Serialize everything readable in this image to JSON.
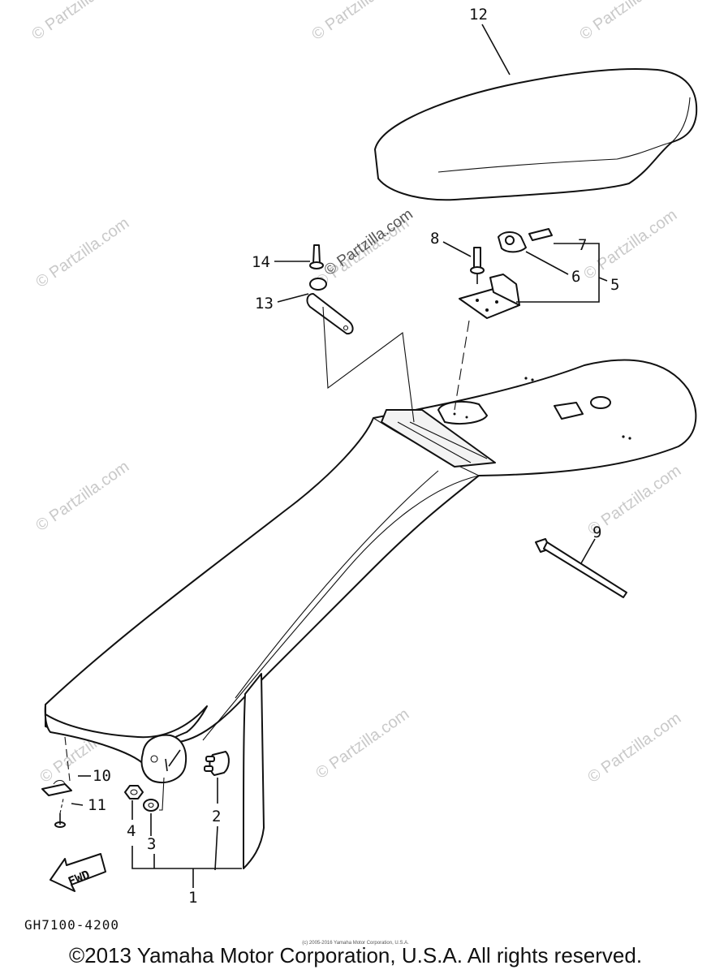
{
  "watermark": "© Partzilla.com",
  "callouts": {
    "c1": "1",
    "c2": "2",
    "c3": "3",
    "c4": "4",
    "c5": "5",
    "c6": "6",
    "c7": "7",
    "c8": "8",
    "c9": "9",
    "c10": "10",
    "c11": "11",
    "c12": "12",
    "c13": "13",
    "c14": "14"
  },
  "fwd_label": "FWD",
  "drawing_code": "GH7100-4200",
  "small_copyright": "(c) 2005-2016 Yamaha Motor Corporation, U.S.A.",
  "copyright": "©2013 Yamaha Motor Corporation, U.S.A. All rights reserved."
}
